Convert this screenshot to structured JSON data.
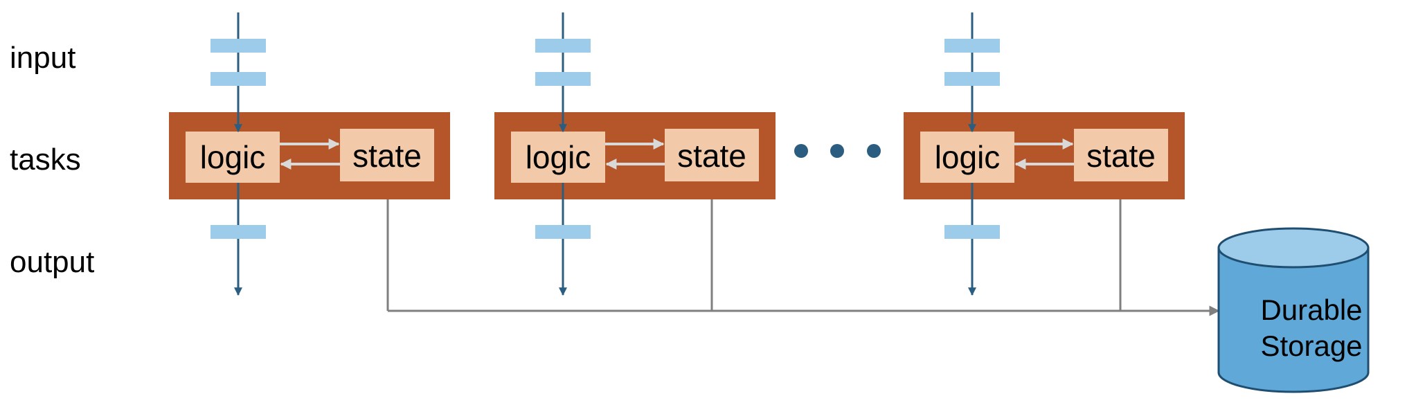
{
  "rows": {
    "input": "input",
    "tasks": "tasks",
    "output": "output"
  },
  "tasks": [
    {
      "logic_label": "logic",
      "state_label": "state"
    },
    {
      "logic_label": "logic",
      "state_label": "state"
    },
    {
      "logic_label": "logic",
      "state_label": "state"
    }
  ],
  "storage": {
    "line1": "Durable",
    "line2": "Storage"
  },
  "colors": {
    "task_container": "#b5562a",
    "task_inner_box": "#f2c9a9",
    "stream_line": "#2b5d80",
    "stream_record": "#9dcbea",
    "state_line": "#7f7f7f",
    "internal_arrow": "#d9d9d9",
    "ellipsis_dot": "#2b5d80",
    "storage_fill": "#5fa8d8",
    "storage_top": "#9dcbea",
    "storage_stroke": "#1f4e70"
  },
  "icons": {
    "ellipsis": "ellipsis-dots-icon",
    "storage": "database-cylinder-icon"
  }
}
